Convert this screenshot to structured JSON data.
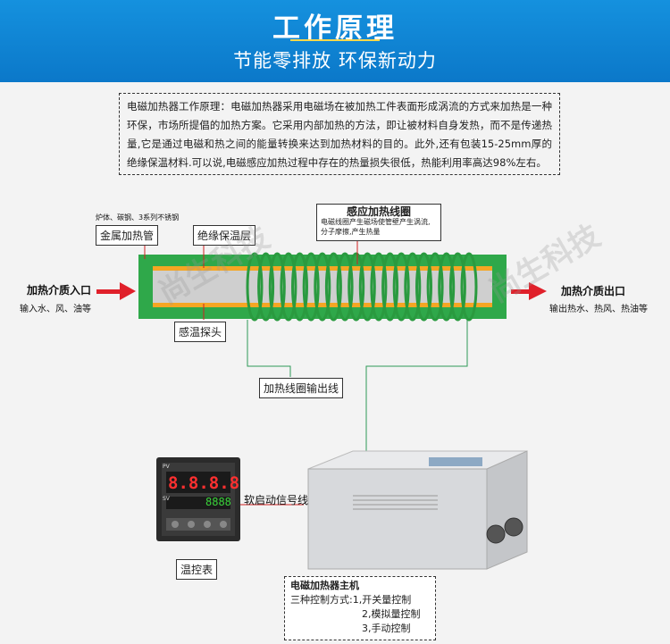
{
  "header": {
    "title": "工作原理",
    "subtitle": "节能零排放 环保新动力"
  },
  "description": "电磁加热器工作原理：电磁加热器采用电磁场在被加热工件表面形成涡流的方式来加热是一种环保，市场所提倡的加热方案。它采用内部加热的方法，即让被材料自身发热，而不是传递热量,它是通过电磁和热之间的能量转换来达到加热材料的目的。此外,还有包装15-25mm厚的绝缘保温材料.可以说,电磁感应加热过程中存在的热量损失很低，热能利用率高达98%左右。",
  "labels": {
    "pipe_material_note": "炉体、碳钢、3系列不锈钢",
    "metal_pipe": "金属加热管",
    "insulation": "绝缘保温层",
    "coil_title": "感应加热线圈",
    "coil_note_1": "电磁线圈产生磁场使管壁产生涡流,",
    "coil_note_2": "分子摩擦,产生热量",
    "inlet_title": "加热介质入口",
    "inlet_sub": "输入水、风、油等",
    "outlet_title": "加热介质出口",
    "outlet_sub": "输出热水、热风、热油等",
    "temp_probe": "感温探头",
    "coil_output": "加热线圈输出线",
    "soft_start": "软启动信号线",
    "thermostat": "温控表",
    "main_unit_title": "电磁加热器主机",
    "control_1": "三种控制方式:1,开关量控制",
    "control_2": "2,模拟量控制",
    "control_3": "3,手动控制"
  },
  "controller": {
    "pv": "8.8.8.8",
    "sv": "8888",
    "pv_label": "PV",
    "sv_label": "SV"
  },
  "watermark": "尚生科技",
  "colors": {
    "header": "#0b78c9",
    "pipe_green": "#2fa84a",
    "insulation_orange": "#f5a623",
    "arrow_red": "#e0202a",
    "connector_green": "#2e9a57"
  }
}
